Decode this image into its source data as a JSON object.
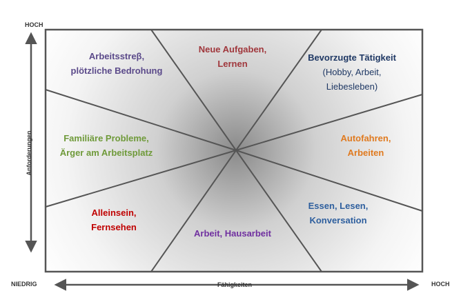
{
  "axes": {
    "y_high": "HOCH",
    "y_label": "Anforderungen",
    "x_low": "NIEDRIG",
    "x_label": "Fähigkeiten",
    "x_high": "HOCH"
  },
  "sectors": {
    "top_left": {
      "lines": [
        "Arbeitsstreβ,",
        "plötzliche Bedrohung"
      ],
      "color": "#5b4a8a"
    },
    "top": {
      "lines": [
        "Neue Aufgaben,",
        "Lernen"
      ],
      "color": "#a0373c"
    },
    "top_right": {
      "lines": [
        "Bevorzugte Tätigkeit",
        "(Hobby, Arbeit,",
        "Liebesleben)"
      ],
      "color": "#1f3864"
    },
    "left": {
      "lines": [
        "Familiäre Probleme,",
        "Ärger am Arbeitsplatz"
      ],
      "color": "#6f9a3a"
    },
    "right": {
      "lines": [
        "Autofahren,",
        "Arbeiten"
      ],
      "color": "#e07a1f"
    },
    "bottom_left": {
      "lines": [
        "Alleinsein,",
        "Fernsehen"
      ],
      "color": "#c00000"
    },
    "bottom": {
      "lines": [
        "Arbeit, Hausarbeit"
      ],
      "color": "#7030a0"
    },
    "bottom_right": {
      "lines": [
        "Essen, Lesen,",
        "Konversation"
      ],
      "color": "#2e5f9e"
    }
  },
  "colors": {
    "frame": "#555555",
    "center_light": "#8c8c8c",
    "edge_light": "#ffffff"
  }
}
